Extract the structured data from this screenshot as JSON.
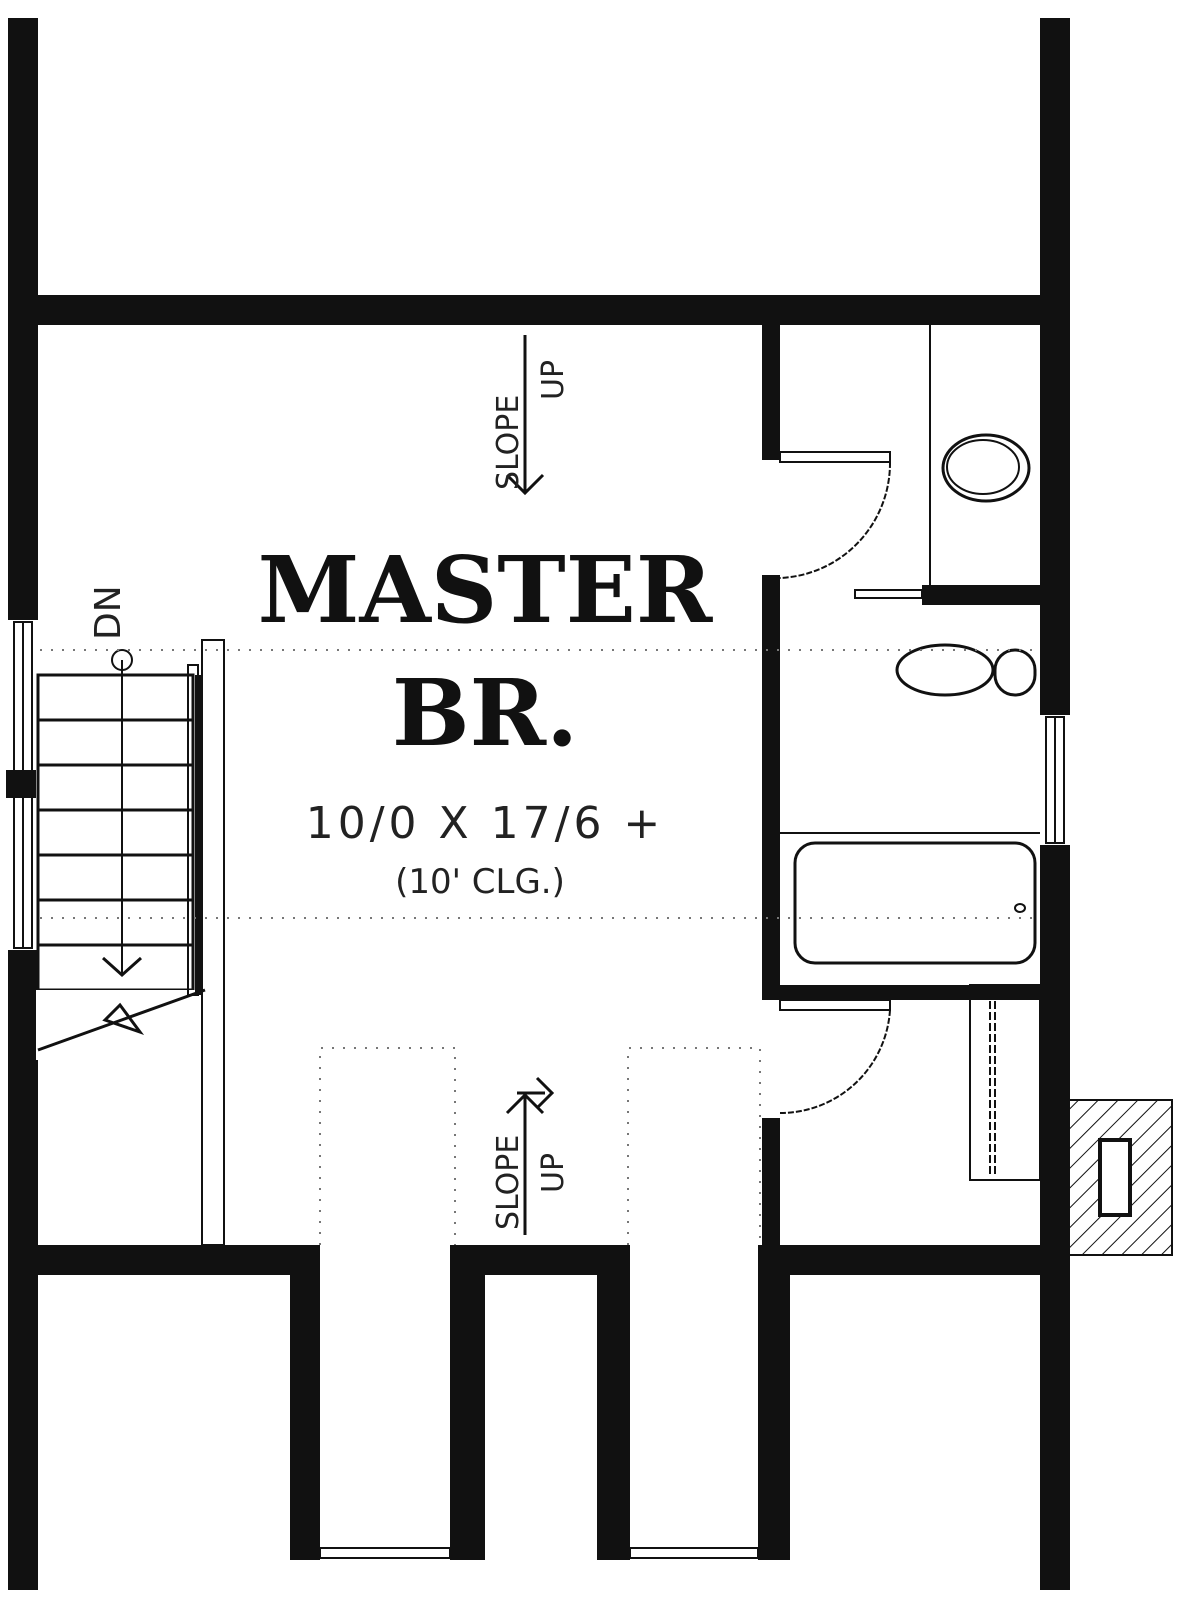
{
  "room": {
    "name_line1": "MASTER",
    "name_line2": "BR.",
    "dimensions": "10/0 X 17/6 +",
    "ceiling": "(10' CLG.)"
  },
  "annotations": {
    "slope_top": {
      "line1": "SLOPE",
      "line2": "UP"
    },
    "slope_bottom": {
      "line1": "SLOPE",
      "line2": "UP"
    },
    "stairs_label": "DN"
  },
  "colors": {
    "wall": "#111111",
    "background": "#ffffff"
  }
}
